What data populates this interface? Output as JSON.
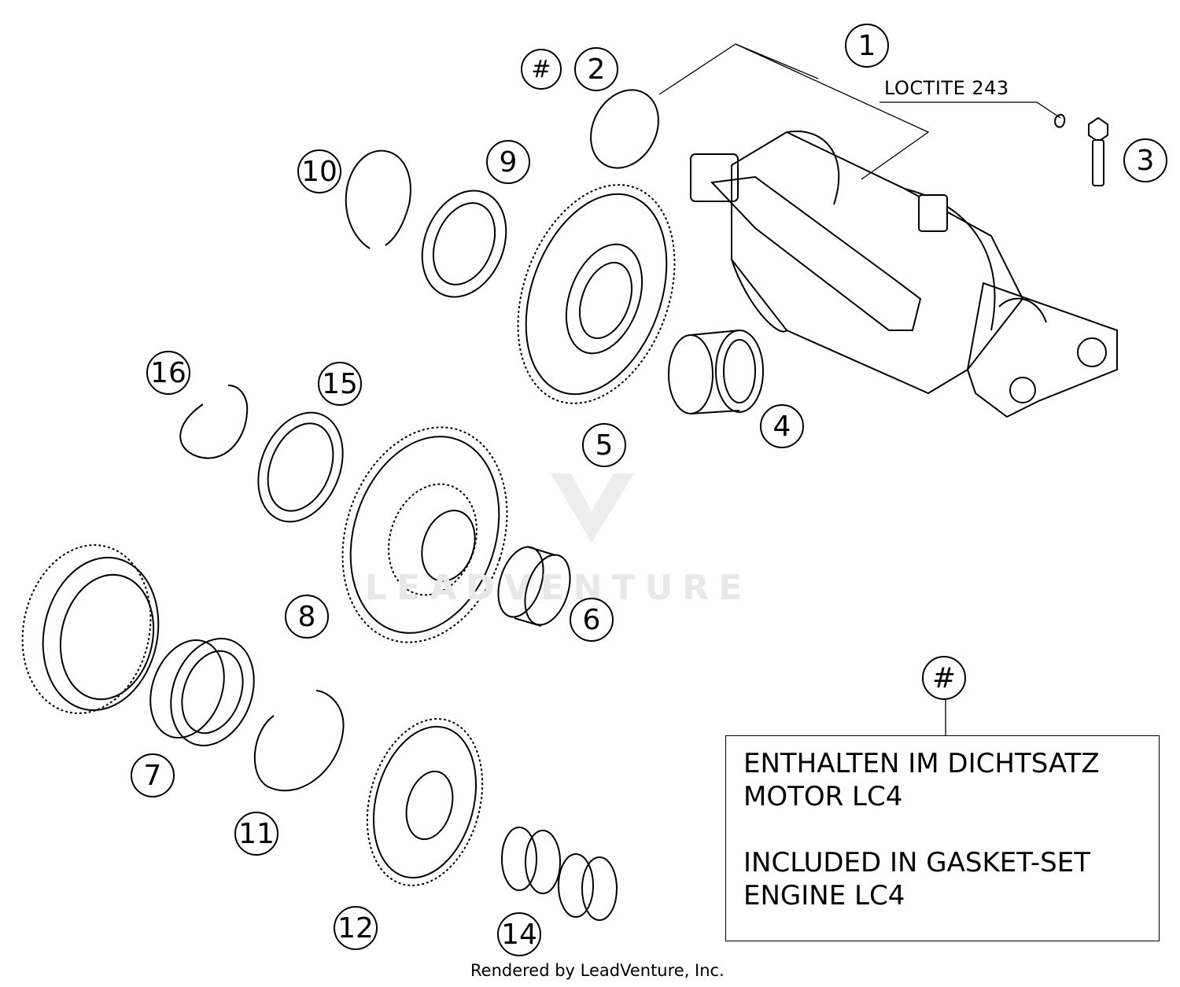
{
  "callouts": [
    {
      "id": "1",
      "label": "1"
    },
    {
      "id": "2",
      "label": "2"
    },
    {
      "id": "hash-top",
      "label": "#"
    },
    {
      "id": "3",
      "label": "3"
    },
    {
      "id": "4",
      "label": "4"
    },
    {
      "id": "5",
      "label": "5"
    },
    {
      "id": "6",
      "label": "6"
    },
    {
      "id": "7",
      "label": "7"
    },
    {
      "id": "8",
      "label": "8"
    },
    {
      "id": "9",
      "label": "9"
    },
    {
      "id": "10",
      "label": "10"
    },
    {
      "id": "11",
      "label": "11"
    },
    {
      "id": "12",
      "label": "12"
    },
    {
      "id": "14",
      "label": "14"
    },
    {
      "id": "15",
      "label": "15"
    },
    {
      "id": "16",
      "label": "16"
    },
    {
      "id": "hash-note",
      "label": "#"
    }
  ],
  "loctite_label": "LOCTITE 243",
  "note": {
    "line1": "ENTHALTEN IM DICHTSATZ",
    "line2": "MOTOR LC4",
    "line3": "INCLUDED IN GASKET-SET",
    "line4": "ENGINE LC4"
  },
  "watermark": "LEADVENTURE",
  "footer": "Rendered by LeadVenture, Inc."
}
